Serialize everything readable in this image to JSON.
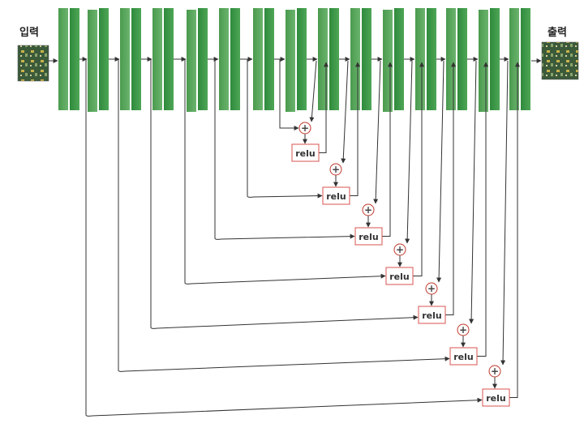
{
  "input_label": "입력",
  "output_label": "출력",
  "relu_label": "relu",
  "plus_symbol": "+",
  "colors": {
    "layer_dark": "#3f8f45",
    "layer_light": "#62b066",
    "relu_border": "#d9534f",
    "line": "#333333"
  },
  "icons": {
    "input_image": "circuit-photo-icon",
    "output_image": "circuit-photo-icon"
  }
}
